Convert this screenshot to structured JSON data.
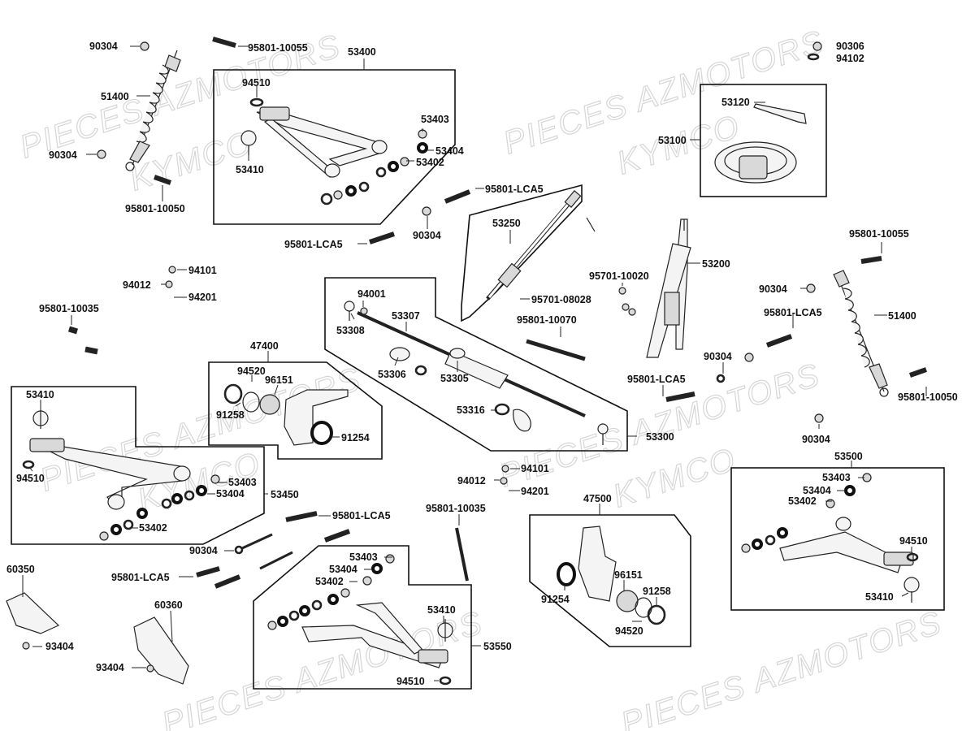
{
  "watermarks": [
    "PIECES AZMOTORS",
    "KYMCO"
  ],
  "labels": [
    "90304",
    "95801-10055",
    "53400",
    "90306",
    "94102",
    "94510",
    "51400",
    "53403",
    "53120",
    "53404",
    "53402",
    "90304",
    "53410",
    "53100",
    "95801-10050",
    "95801-LCA5",
    "53250",
    "90304",
    "95801-LCA5",
    "95801-10055",
    "53200",
    "94101",
    "95701-10020",
    "94012",
    "94201",
    "94001",
    "95701-08028",
    "90304",
    "95801-10035",
    "53307",
    "51400",
    "53308",
    "95801-10070",
    "95801-LCA5",
    "47400",
    "90304",
    "94520",
    "96151",
    "53306",
    "53305",
    "95801-LCA5",
    "53410",
    "95801-10050",
    "91258",
    "53316",
    "91254",
    "53300",
    "90304",
    "53500",
    "94101",
    "94012",
    "94201",
    "94510",
    "53403",
    "53403",
    "53404",
    "53450",
    "53404",
    "53402",
    "95801-10035",
    "47500",
    "53402",
    "95801-LCA5",
    "90304",
    "94510",
    "60350",
    "53403",
    "53404",
    "53402",
    "96151",
    "91258",
    "53410",
    "95801-LCA5",
    "91254",
    "53410",
    "60360",
    "53550",
    "94520",
    "93404",
    "93404",
    "94510"
  ]
}
